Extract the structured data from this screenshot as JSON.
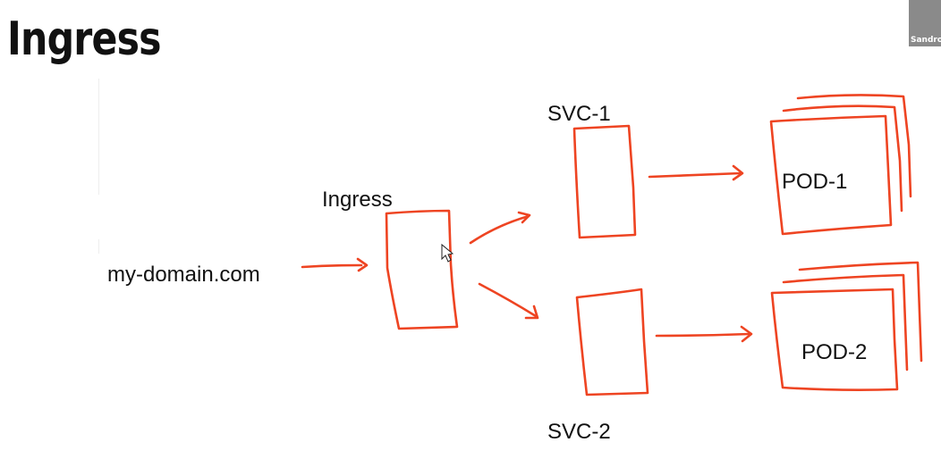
{
  "title": "Ingress",
  "participant": {
    "name": "Sandro"
  },
  "nodes": {
    "domain": "my-domain.com",
    "ingress": "Ingress",
    "svc1": "SVC-1",
    "svc2": "SVC-2",
    "pod1": "POD-1",
    "pod2": "POD-2"
  },
  "colors": {
    "stroke": "#ee4422",
    "text": "#111111"
  }
}
